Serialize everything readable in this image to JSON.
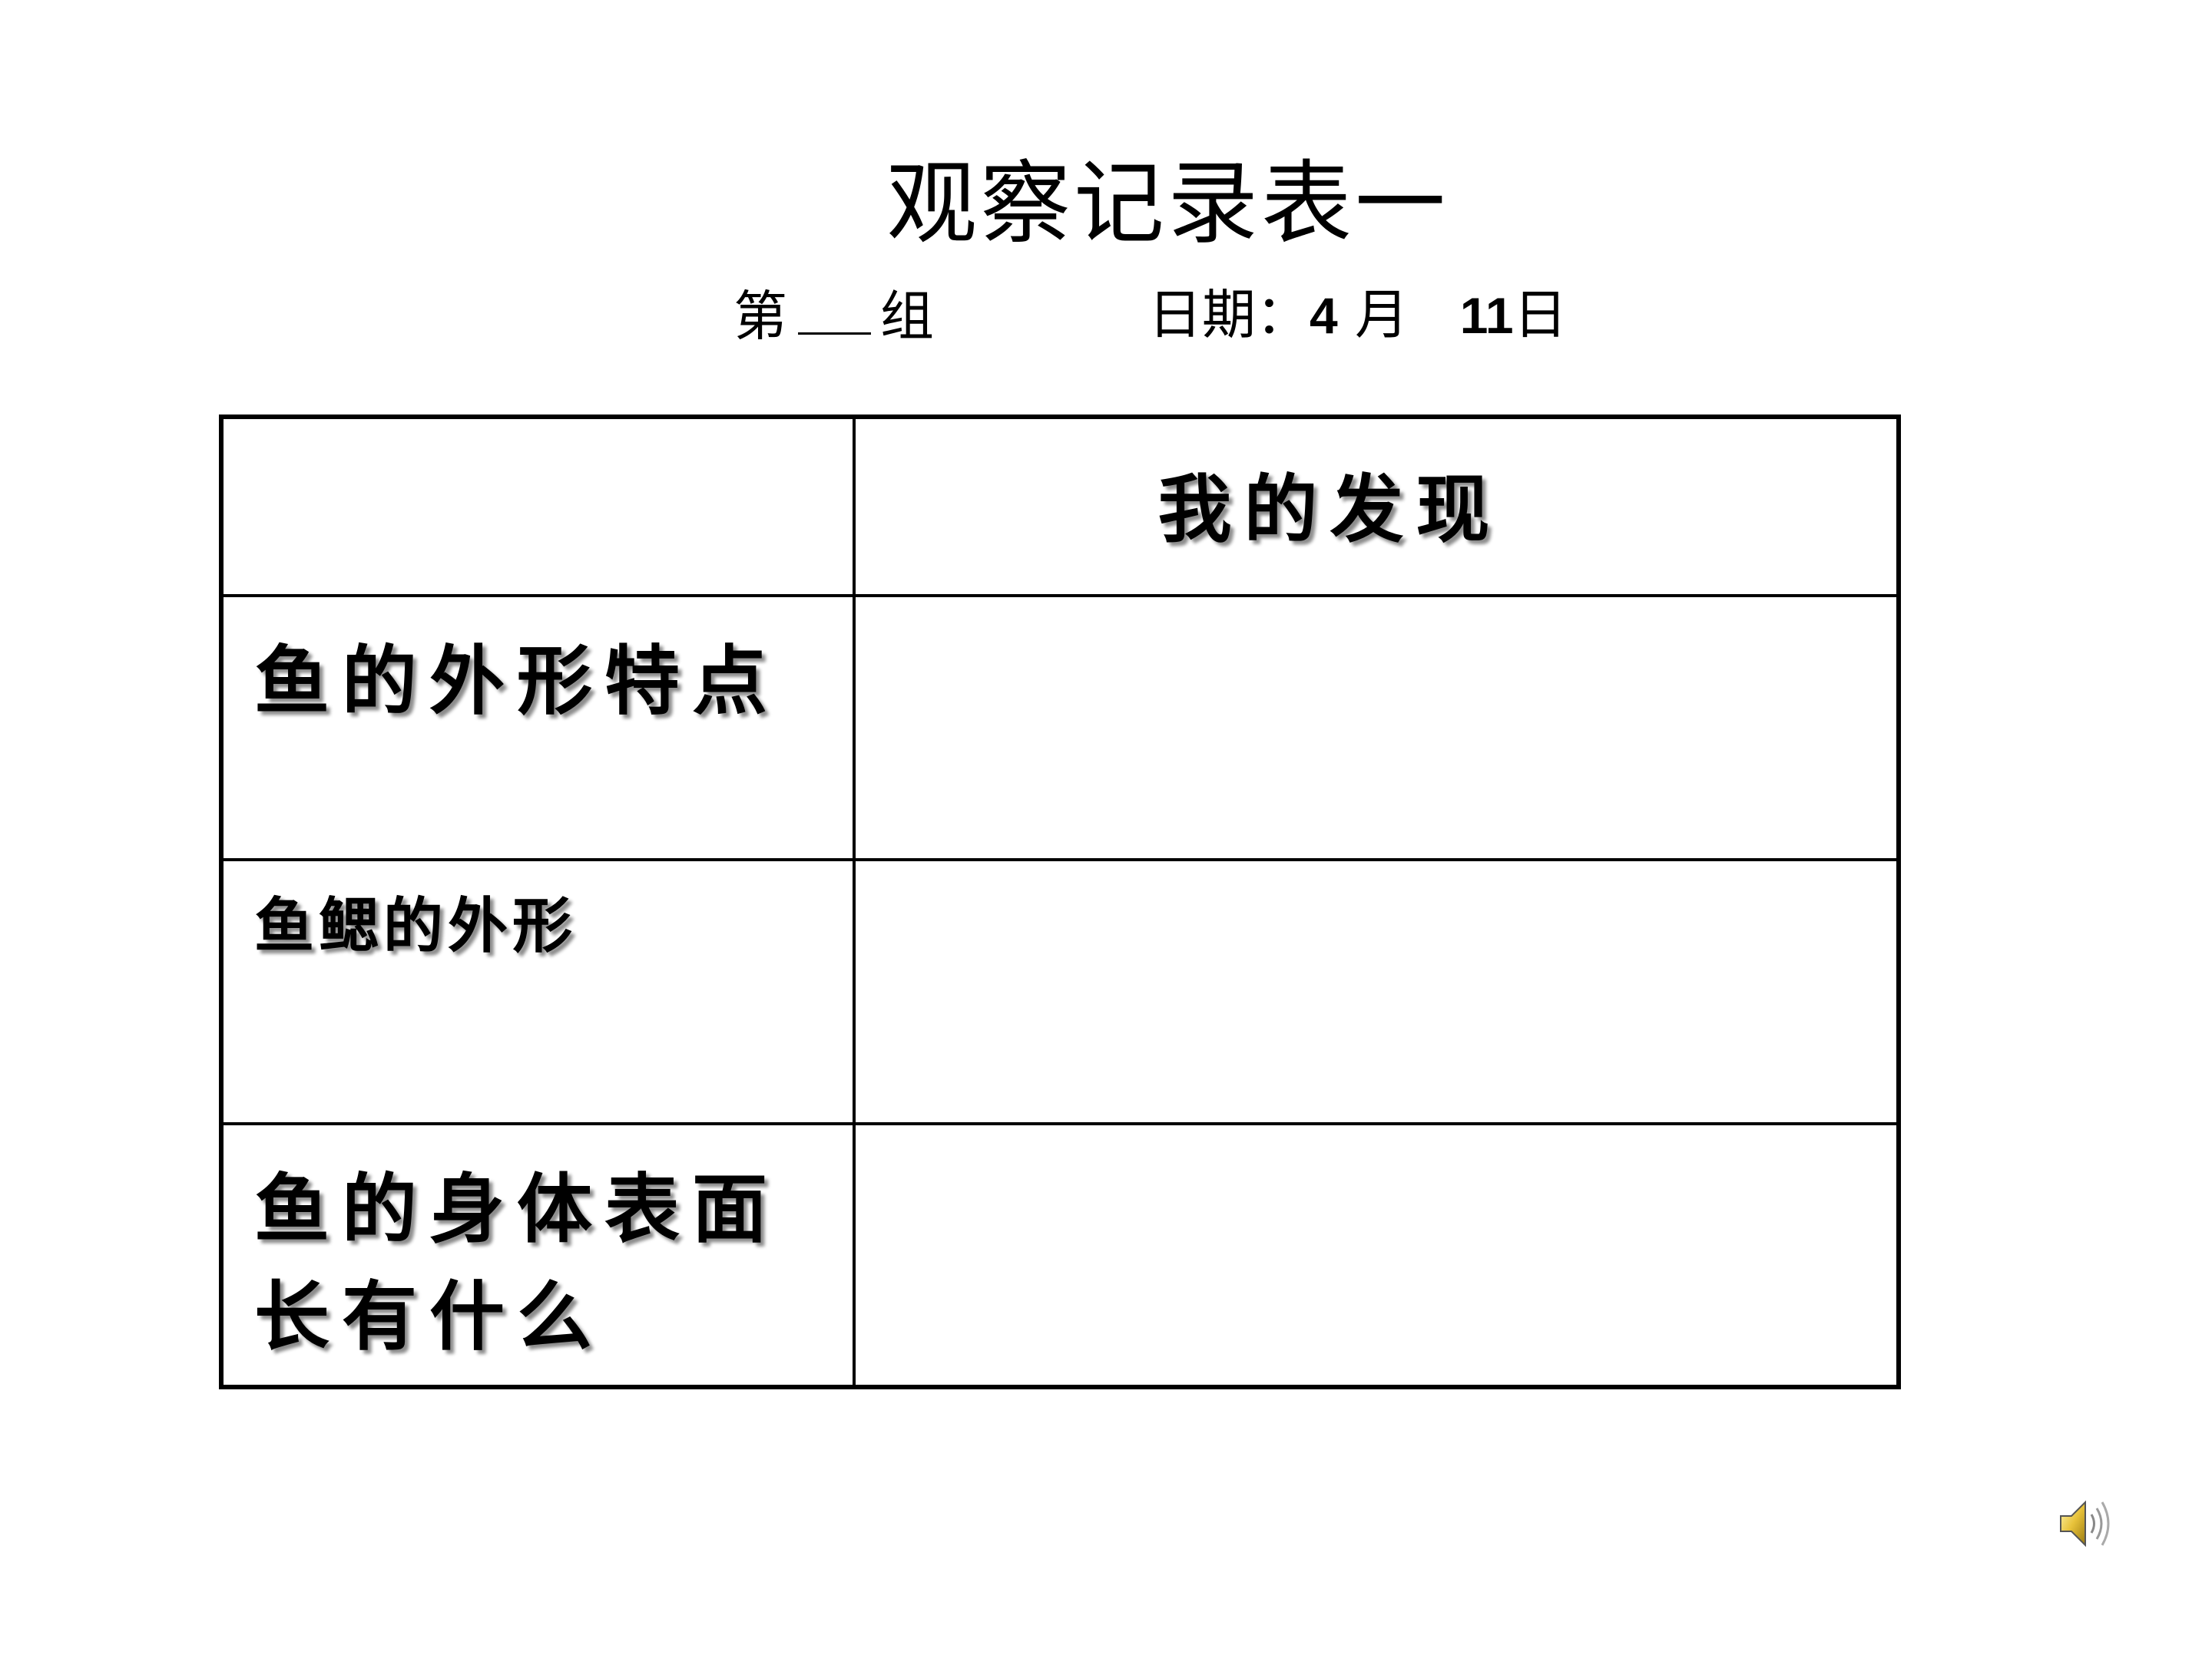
{
  "title": "观察记录表一",
  "meta": {
    "group_prefix": "第",
    "group_suffix": "组",
    "date_label": "日期：",
    "month_value": "4",
    "month_label": "月",
    "day_value": "11",
    "day_label": "日"
  },
  "table": {
    "header": "我的发现",
    "rows": [
      {
        "label": "鱼的外形特点",
        "value": ""
      },
      {
        "label": "鱼鳃的外形",
        "value": ""
      },
      {
        "label_line1": "鱼的身体表面",
        "label_line2": "长有什么",
        "value": ""
      }
    ]
  },
  "icons": {
    "speaker": "speaker-icon"
  }
}
